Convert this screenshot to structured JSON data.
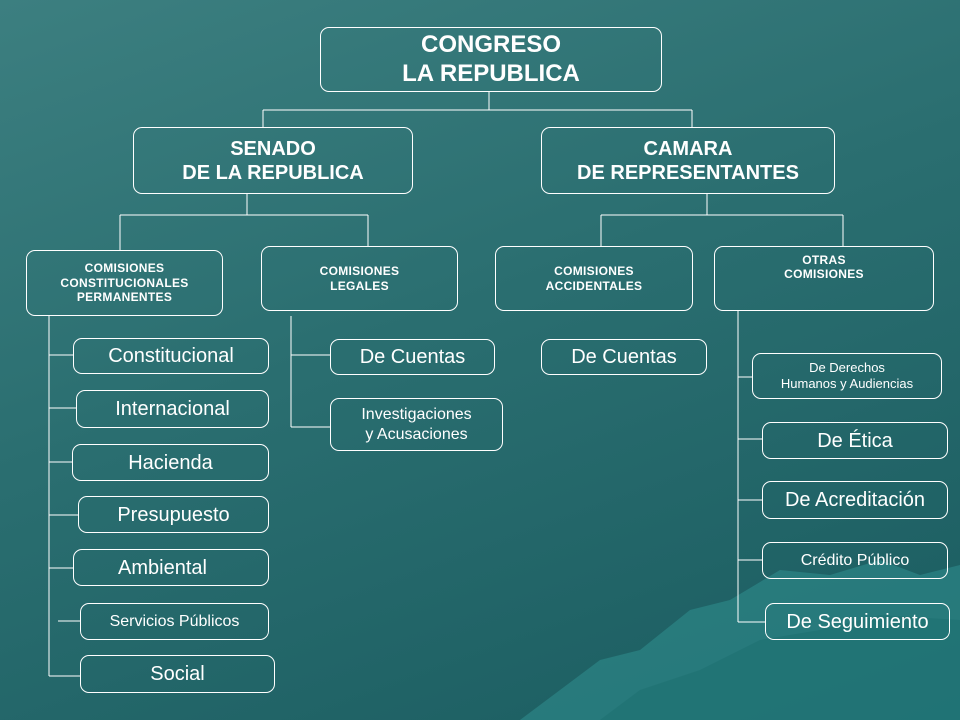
{
  "root": "CONGRESO\nLA REPUBLICA",
  "senado": "SENADO\nDE LA REPUBLICA",
  "camara": "CAMARA\nDE REPRESENTANTES",
  "comisiones": {
    "permanentes": "COMISIONES\nCONSTITUCIONALES\nPERMANENTES",
    "legales": "COMISIONES\nLEGALES",
    "accidentales": "COMISIONES\nACCIDENTALES",
    "otras": "OTRAS\nCOMISIONES"
  },
  "permanentes_items": [
    "Constitucional",
    "Internacional",
    "Hacienda",
    "Presupuesto",
    "Ambiental",
    "Servicios Públicos",
    "Social"
  ],
  "legales_items": [
    "De Cuentas",
    "Investigaciones\ny Acusaciones"
  ],
  "accidentales_items": [
    "De Cuentas"
  ],
  "otras_items": [
    "De Derechos\nHumanos y Audiencias",
    "De Ética",
    "De Acreditación",
    "Crédito Público",
    "De Seguimiento"
  ],
  "colors": {
    "background": "#2a6e70",
    "line": "#ffffff",
    "text": "#ffffff",
    "mountain": "#2e8a8c"
  }
}
